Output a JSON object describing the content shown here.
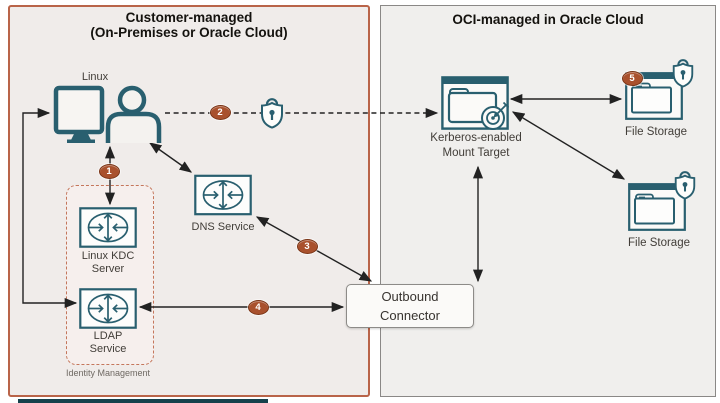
{
  "regions": {
    "customer": {
      "title_line1": "Customer-managed",
      "title_line2": "(On-Premises or Oracle Cloud)"
    },
    "oci": {
      "title": "OCI-managed in Oracle Cloud"
    }
  },
  "nodes": {
    "linux": {
      "label": "Linux",
      "icon": "monitor-user-icon"
    },
    "dns": {
      "label": "DNS Service",
      "icon": "network-gateway-icon"
    },
    "kdc": {
      "label_line1": "Linux KDC",
      "label_line2": "Server",
      "icon": "network-gateway-icon"
    },
    "ldap": {
      "label_line1": "LDAP",
      "label_line2": "Service",
      "icon": "network-gateway-icon"
    },
    "identity_group": {
      "label": "Identity Management"
    },
    "mount_target": {
      "label_line1": "Kerberos-enabled",
      "label_line2": "Mount Target",
      "icon": "folder-target-icon"
    },
    "file_storage_top": {
      "label": "File Storage",
      "icon": "folder-shield-lock-icon"
    },
    "file_storage_bottom": {
      "label": "File Storage",
      "icon": "folder-shield-lock-icon"
    },
    "outbound_connector": {
      "label_line1": "Outbound",
      "label_line2": "Connector"
    }
  },
  "badges": {
    "step1": "1",
    "step2": "2",
    "step3": "3",
    "step4": "4",
    "step5": "5"
  },
  "connections": [
    {
      "from": "linux",
      "to": "ldap",
      "style": "solid",
      "direction": "both",
      "route": "left-side-elbow"
    },
    {
      "from": "linux",
      "to": "kdc",
      "style": "solid",
      "direction": "both",
      "step": "1"
    },
    {
      "from": "linux",
      "to": "mount_target",
      "style": "dashed",
      "direction": "to",
      "step": "2",
      "security_icon": "shield-lock-icon"
    },
    {
      "from": "linux",
      "to": "dns",
      "style": "solid",
      "direction": "both"
    },
    {
      "from": "dns",
      "to": "outbound_connector",
      "style": "solid",
      "direction": "both",
      "step": "3"
    },
    {
      "from": "ldap",
      "to": "outbound_connector",
      "style": "solid",
      "direction": "both",
      "step": "4"
    },
    {
      "from": "mount_target",
      "to": "outbound_connector",
      "style": "solid",
      "direction": "both"
    },
    {
      "from": "mount_target",
      "to": "file_storage_top",
      "style": "solid",
      "direction": "both",
      "step_on_node": "5"
    },
    {
      "from": "mount_target",
      "to": "file_storage_bottom",
      "style": "solid",
      "direction": "both"
    }
  ],
  "colors": {
    "customer_border": "#b96449",
    "oci_border": "#8a8886",
    "customer_fill": "#f0ecea",
    "oci_fill": "#f0efed",
    "icon_teal": "#295f6f",
    "badge_orange": "#a9512d",
    "line_black": "#222222",
    "identity_dashed_border": "#c4765b"
  }
}
